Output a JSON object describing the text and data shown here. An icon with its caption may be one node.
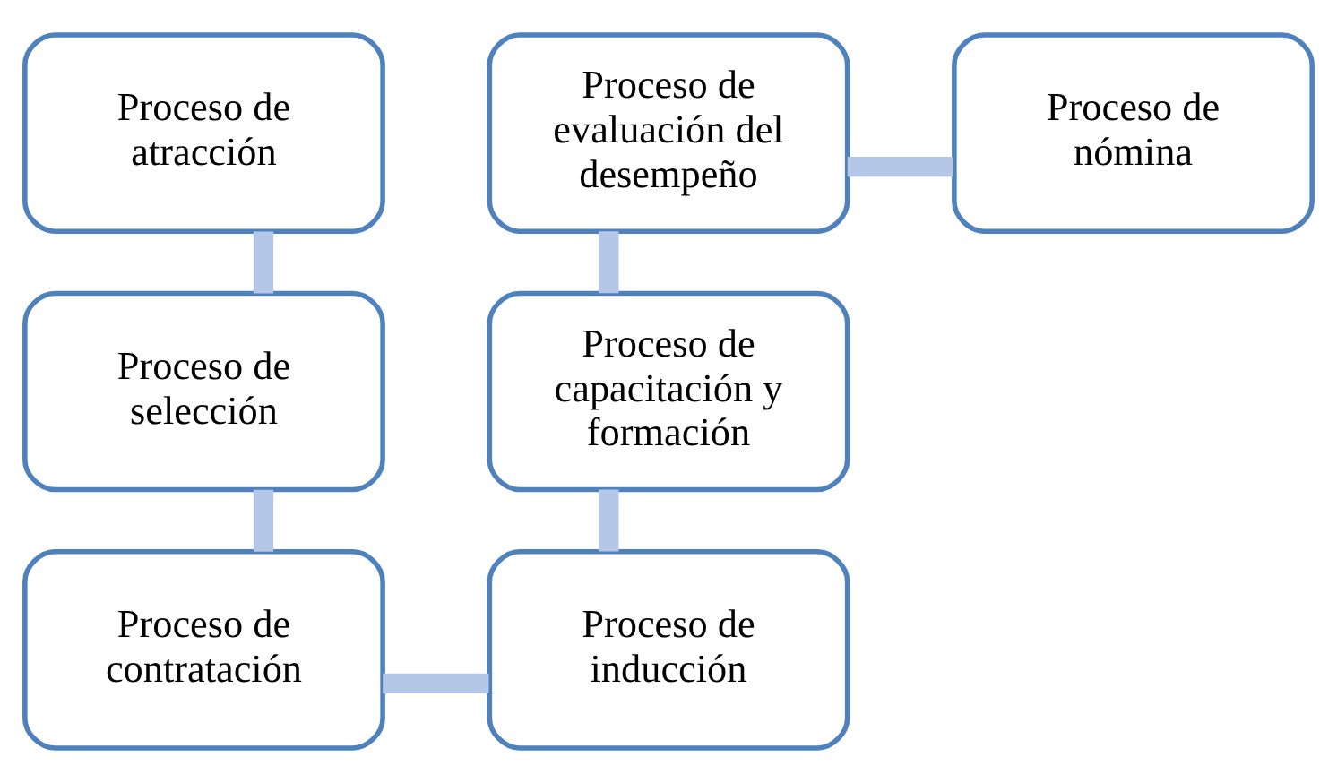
{
  "diagram": {
    "nodes": [
      {
        "text": [
          "Proceso de atracción"
        ]
      },
      {
        "text": [
          "Proceso de selección"
        ]
      },
      {
        "text": [
          "Proceso de contratación"
        ]
      },
      {
        "text": [
          "Proceso de inducción"
        ]
      },
      {
        "text": [
          "Proceso de capacitación y formación"
        ]
      },
      {
        "text": [
          "Proceso de evaluación del desempeño"
        ]
      },
      {
        "text": [
          "Proceso de nómina"
        ]
      }
    ],
    "edges": [
      {
        "from": 0,
        "to": 1,
        "arrow": "none"
      },
      {
        "from": 1,
        "to": 2,
        "arrow": "none"
      },
      {
        "from": 2,
        "to": 3,
        "arrow": "none"
      },
      {
        "from": 3,
        "to": 4,
        "arrow": "none"
      },
      {
        "from": 4,
        "to": 5,
        "arrow": "none"
      },
      {
        "from": 5,
        "to": 6,
        "arrow": "none"
      }
    ]
  }
}
